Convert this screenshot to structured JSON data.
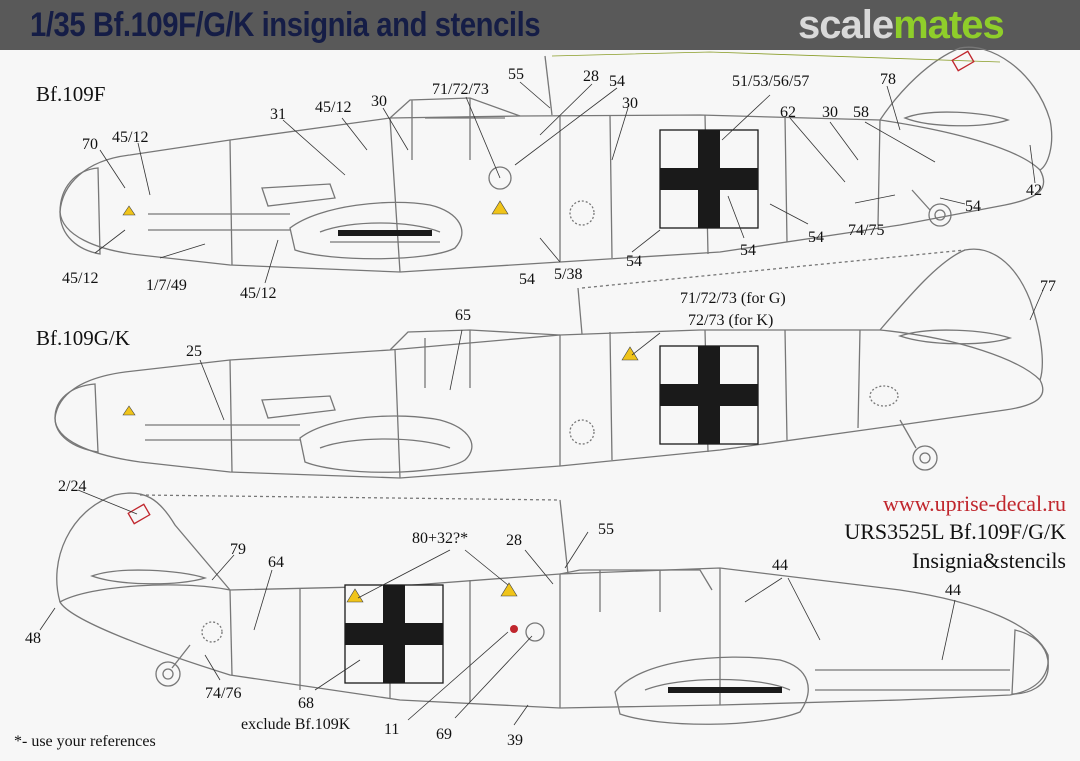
{
  "header": {
    "title": "1/35 Bf.109F/G/K insignia and stencils",
    "brand_part1": "scale",
    "brand_part2": "mates",
    "brand_colors": {
      "part1": "#d9d9d9",
      "part2": "#8fce2a"
    }
  },
  "sections": {
    "f_label": "Bf.109F",
    "gk_label": "Bf.109G/K"
  },
  "credits": {
    "url": "www.uprise-decal.ru",
    "code": "URS3525L Bf.109F/G/K",
    "subtitle": "Insignia&stencils"
  },
  "footnote": "*- use your references",
  "colors": {
    "title": "#151d46",
    "url": "#c0262d",
    "cross": "#1a1a1a",
    "outline": "#777777"
  },
  "callouts_f": [
    "70",
    "45/12",
    "31",
    "45/12",
    "30",
    "71/72/73",
    "55",
    "28",
    "54",
    "30",
    "51/53/56/57",
    "62",
    "30",
    "58",
    "78",
    "42",
    "54",
    "54",
    "74/75",
    "54",
    "54",
    "5/38",
    "54",
    "45/12",
    "1/7/49",
    "45/12"
  ],
  "callouts_gk": [
    "65",
    "25",
    "71/72/73 (for G)",
    "72/73 (for K)",
    "77"
  ],
  "callouts_lower": [
    "2/24",
    "79",
    "64",
    "48",
    "74/76",
    "68",
    "exclude Bf.109K",
    "80+32?*",
    "28",
    "55",
    "11",
    "69",
    "39",
    "44",
    "44"
  ]
}
